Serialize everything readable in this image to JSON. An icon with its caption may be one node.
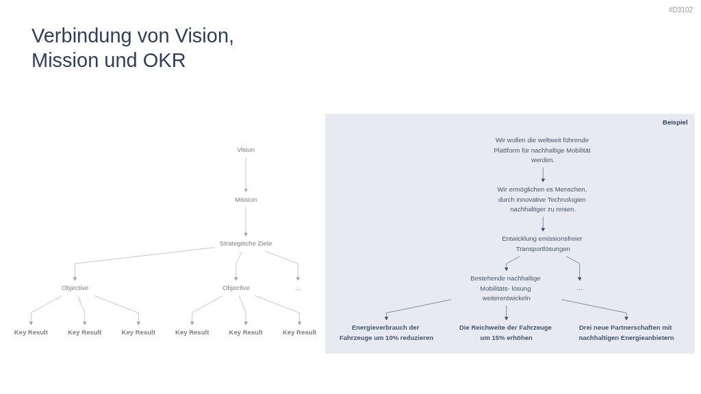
{
  "diagram": {
    "title": "Verbindung von Vision, Mission und OKR",
    "nodes": [
      {
        "text": [
          "Vision"
        ]
      },
      {
        "text": [
          "Mission"
        ]
      },
      {
        "text": [
          "Strategische Ziele"
        ]
      },
      {
        "text": [
          "Objective"
        ]
      },
      {
        "text": [
          "Objective"
        ]
      },
      {
        "text": [
          "…"
        ]
      },
      {
        "text": [
          "Key Result"
        ]
      },
      {
        "text": [
          "Key Result"
        ]
      },
      {
        "text": [
          "Key Result"
        ]
      },
      {
        "text": [
          "Key Result"
        ]
      },
      {
        "text": [
          "Key Result"
        ]
      },
      {
        "text": [
          "Key Result"
        ]
      },
      {
        "text": [
          "Beispiel"
        ]
      },
      {
        "text": [
          "Wir wollen die weltweit führende Plattform für nachhaltige Mobilität werden."
        ],
        "in": 12
      },
      {
        "text": [
          "Wir ermöglichen es Menschen, durch innovative Technologien nachhaltiger zu reisen."
        ],
        "in": 12
      },
      {
        "text": [
          "Entwicklung emissionsfreier Transportlösungen"
        ],
        "in": 12
      },
      {
        "text": [
          "Bestehende nachhaltige Mobilitäts- lösung weiterentwickeln"
        ],
        "in": 12
      },
      {
        "text": [
          "…"
        ],
        "in": 12
      },
      {
        "text": [
          "Energieverbrauch der Fahrzeuge um 10% reduzieren"
        ],
        "in": 12
      },
      {
        "text": [
          "Die Reichweite der Fahrzeuge um 15% erhöhen"
        ],
        "in": 12
      },
      {
        "text": [
          "Drei neue Partnerschaften mit nachhaltigen Energieanbietern"
        ],
        "in": 12
      }
    ],
    "edges": [
      {
        "from": 0,
        "to": 1,
        "arrow": "to"
      },
      {
        "from": 1,
        "to": 2,
        "arrow": "to"
      },
      {
        "from": 2,
        "to": 3,
        "arrow": "to"
      },
      {
        "from": 2,
        "to": 4,
        "arrow": "to"
      },
      {
        "from": 2,
        "to": 5,
        "arrow": "to"
      },
      {
        "from": 3,
        "to": 6,
        "arrow": "to"
      },
      {
        "from": 3,
        "to": 7,
        "arrow": "to"
      },
      {
        "from": 3,
        "to": 10,
        "arrow": "to"
      },
      {
        "from": 4,
        "to": 8,
        "arrow": "to"
      },
      {
        "from": 4,
        "to": 9,
        "arrow": "to"
      },
      {
        "from": 4,
        "to": 11,
        "arrow": "to"
      },
      {
        "from": 13,
        "to": 14,
        "arrow": "to",
        "color": "#44546a"
      },
      {
        "from": 14,
        "to": 15,
        "arrow": "to",
        "color": "#44546a"
      },
      {
        "from": 15,
        "to": 16,
        "arrow": "to",
        "color": "#44546a"
      },
      {
        "from": 15,
        "to": 17,
        "arrow": "to",
        "color": "#44546a"
      },
      {
        "from": 16,
        "to": 18,
        "arrow": "to",
        "color": "#44546a"
      },
      {
        "from": 16,
        "to": 19,
        "arrow": "to",
        "color": "#44546a"
      },
      {
        "from": 16,
        "to": 20,
        "arrow": "to",
        "color": "#44546a"
      }
    ],
    "labels": [
      "#D3102"
    ]
  }
}
